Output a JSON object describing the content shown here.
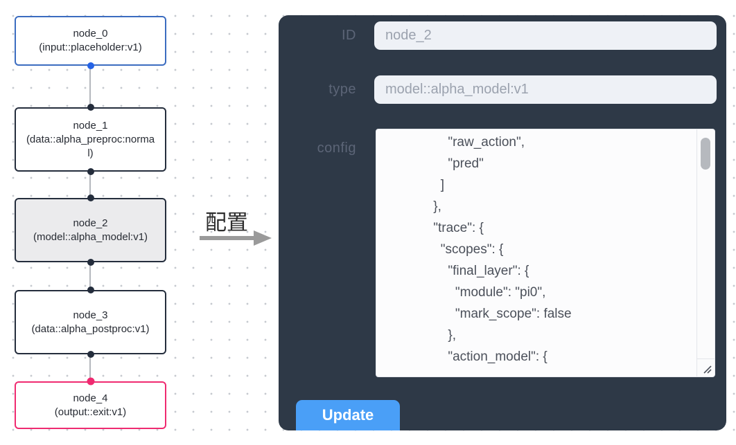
{
  "flow": {
    "nodes": [
      {
        "label": "node_0",
        "type_line": "(input::placeholder:v1)",
        "variant": "input"
      },
      {
        "label": "node_1",
        "type_line": "(data::alpha_preproc:normal)",
        "variant": "default"
      },
      {
        "label": "node_2",
        "type_line": "(model::alpha_model:v1)",
        "variant": "selected"
      },
      {
        "label": "node_3",
        "type_line": "(data::alpha_postproc:v1)",
        "variant": "default"
      },
      {
        "label": "node_4",
        "type_line": "(output::exit:v1)",
        "variant": "output"
      }
    ],
    "colors": {
      "input_accent": "#3b6cc0",
      "default_accent": "#242d3c",
      "output_accent": "#ef2a70",
      "selected_fill": "#ebebed",
      "edge": "#b4b7bd"
    }
  },
  "transition": {
    "label": "配置",
    "arrow_color": "#9a9a9a"
  },
  "panel": {
    "bg_color": "#2e3947",
    "fields": [
      {
        "label": "ID",
        "value": "node_2"
      },
      {
        "label": "type",
        "value": "model::alpha_model:v1"
      }
    ],
    "config_label": "config",
    "config_text": "            \"raw_action\",\n            \"pred\"\n          ]\n        },\n        \"trace\": {\n          \"scopes\": {\n            \"final_layer\": {\n              \"module\": \"pi0\",\n              \"mark_scope\": false\n            },\n            \"action_model\": {",
    "update_label": "Update",
    "button_color": "#4a9ff7"
  }
}
